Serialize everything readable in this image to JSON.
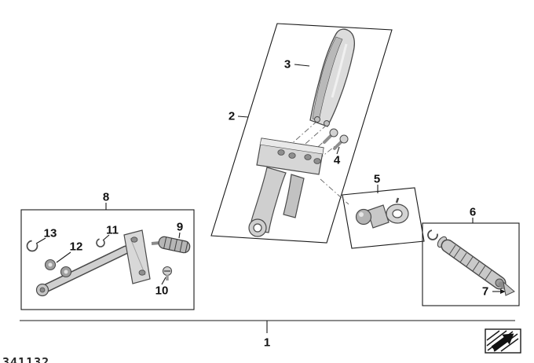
{
  "diagram": {
    "callouts": [
      {
        "label": "1"
      },
      {
        "label": "2"
      },
      {
        "label": "3"
      },
      {
        "label": "4"
      },
      {
        "label": "5"
      },
      {
        "label": "6"
      },
      {
        "label": "7"
      },
      {
        "label": "8"
      },
      {
        "label": "9"
      },
      {
        "label": "10"
      },
      {
        "label": "11"
      },
      {
        "label": "12"
      },
      {
        "label": "13"
      }
    ],
    "bottom_left_code": "341132",
    "colors": {
      "background": "#ffffff",
      "line": "#1a1a1a",
      "part_fill": "#d4d4d4",
      "part_fill_dark": "#9e9e9e",
      "part_stroke": "#4a4a4a"
    },
    "icons": [
      {
        "name": "parts-catalog-arrow-icon",
        "glyph": "black arrow over diagonal hatching"
      }
    ]
  }
}
